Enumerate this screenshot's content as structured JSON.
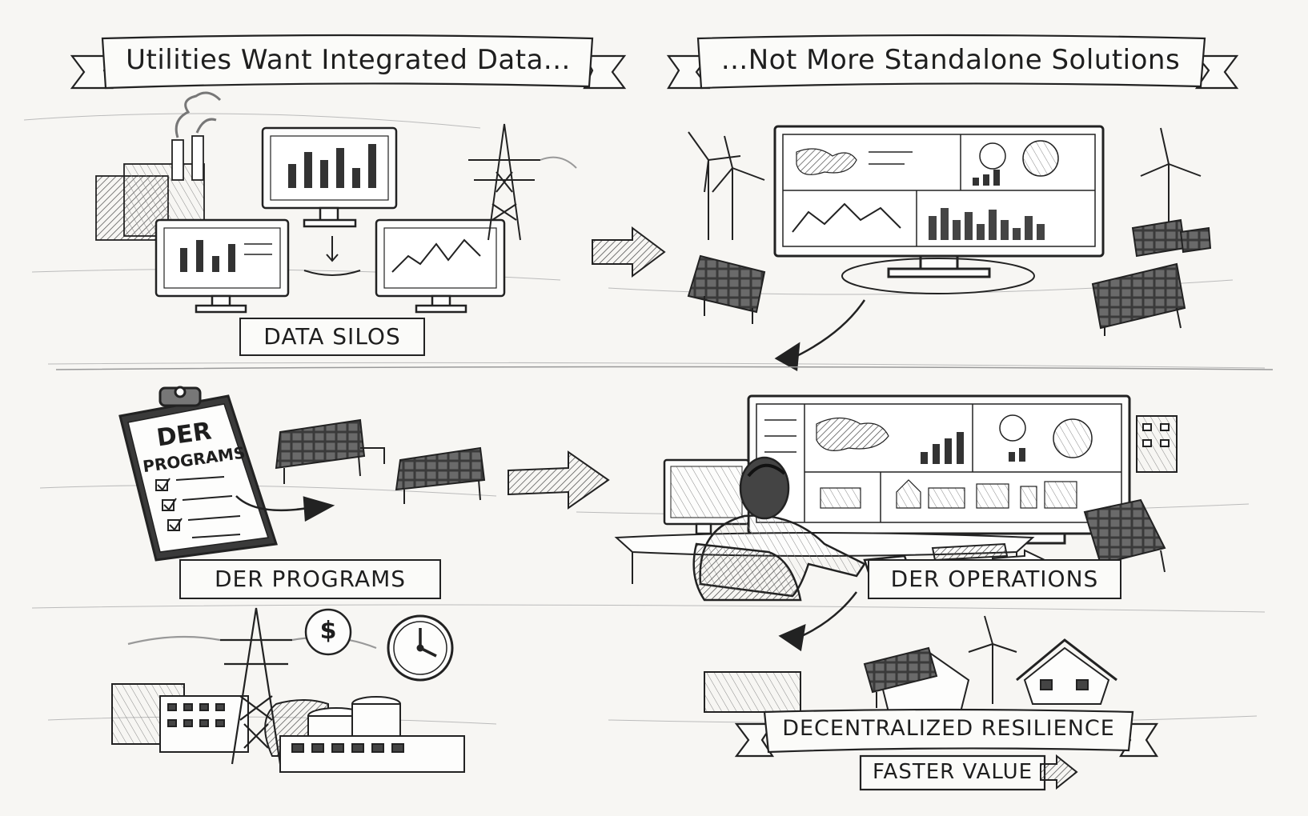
{
  "banners": {
    "left": "Utilities Want Integrated Data...",
    "right": "...Not More Standalone Solutions"
  },
  "labels": {
    "data_silos": "DATA SILOS",
    "der_programs": "DER PROGRAMS",
    "der_operations": "DER OPERATIONS",
    "decentralized_resilience": "DECENTRALIZED RESILIENCE",
    "faster_value": "FASTER VALUE"
  },
  "clipboard": {
    "line1": "DER",
    "line2": "PROGRAMS"
  },
  "symbols": {
    "dollar": "$"
  },
  "colors": {
    "ink": "#2a2a2a",
    "paper": "#f7f6f3",
    "shade": "#555555"
  }
}
